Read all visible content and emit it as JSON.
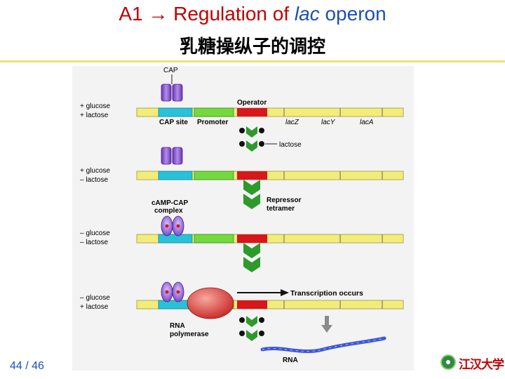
{
  "title": {
    "prefix": "A1 → Regulation of ",
    "italic": "lac",
    "suffix": " operon",
    "chinese": "乳糖操纵子的调控"
  },
  "page_number": "44 / 46",
  "logo_text": "江汉大学",
  "labels": {
    "cap": "CAP",
    "operator": "Operator",
    "cap_site": "CAP site",
    "promoter": "Promoter",
    "lacZ": "lacZ",
    "lacY": "lacY",
    "lacA": "lacA",
    "lactose": "lactose",
    "repressor_line1": "Repressor",
    "repressor_line2": "tetramer",
    "camp_cap_line1": "cAMP-CAP",
    "camp_cap_line2": "complex",
    "transcription": "Transcription occurs",
    "rna_pol_line1": "RNA",
    "rna_pol_line2": "polymerase",
    "rna": "RNA"
  },
  "conditions": [
    {
      "line1": "+ glucose",
      "line2": "+ lactose"
    },
    {
      "line1": "+ glucose",
      "line2": "– lactose"
    },
    {
      "line1": "– glucose",
      "line2": "– lactose"
    },
    {
      "line1": "– glucose",
      "line2": "+ lactose"
    }
  ],
  "colors": {
    "title_blue": "#1f4fb3",
    "title_red": "#c00000",
    "dna_yellow": "#f2ec7a",
    "cap_site_cyan": "#27c2d8",
    "promoter_green": "#73d93e",
    "operator_red": "#d9161c",
    "cap_purple": "#8f54d6",
    "repressor_green": "#2d9a2b",
    "rna_pol_red": "#e0413f",
    "rna_blue": "#3f58d8"
  }
}
